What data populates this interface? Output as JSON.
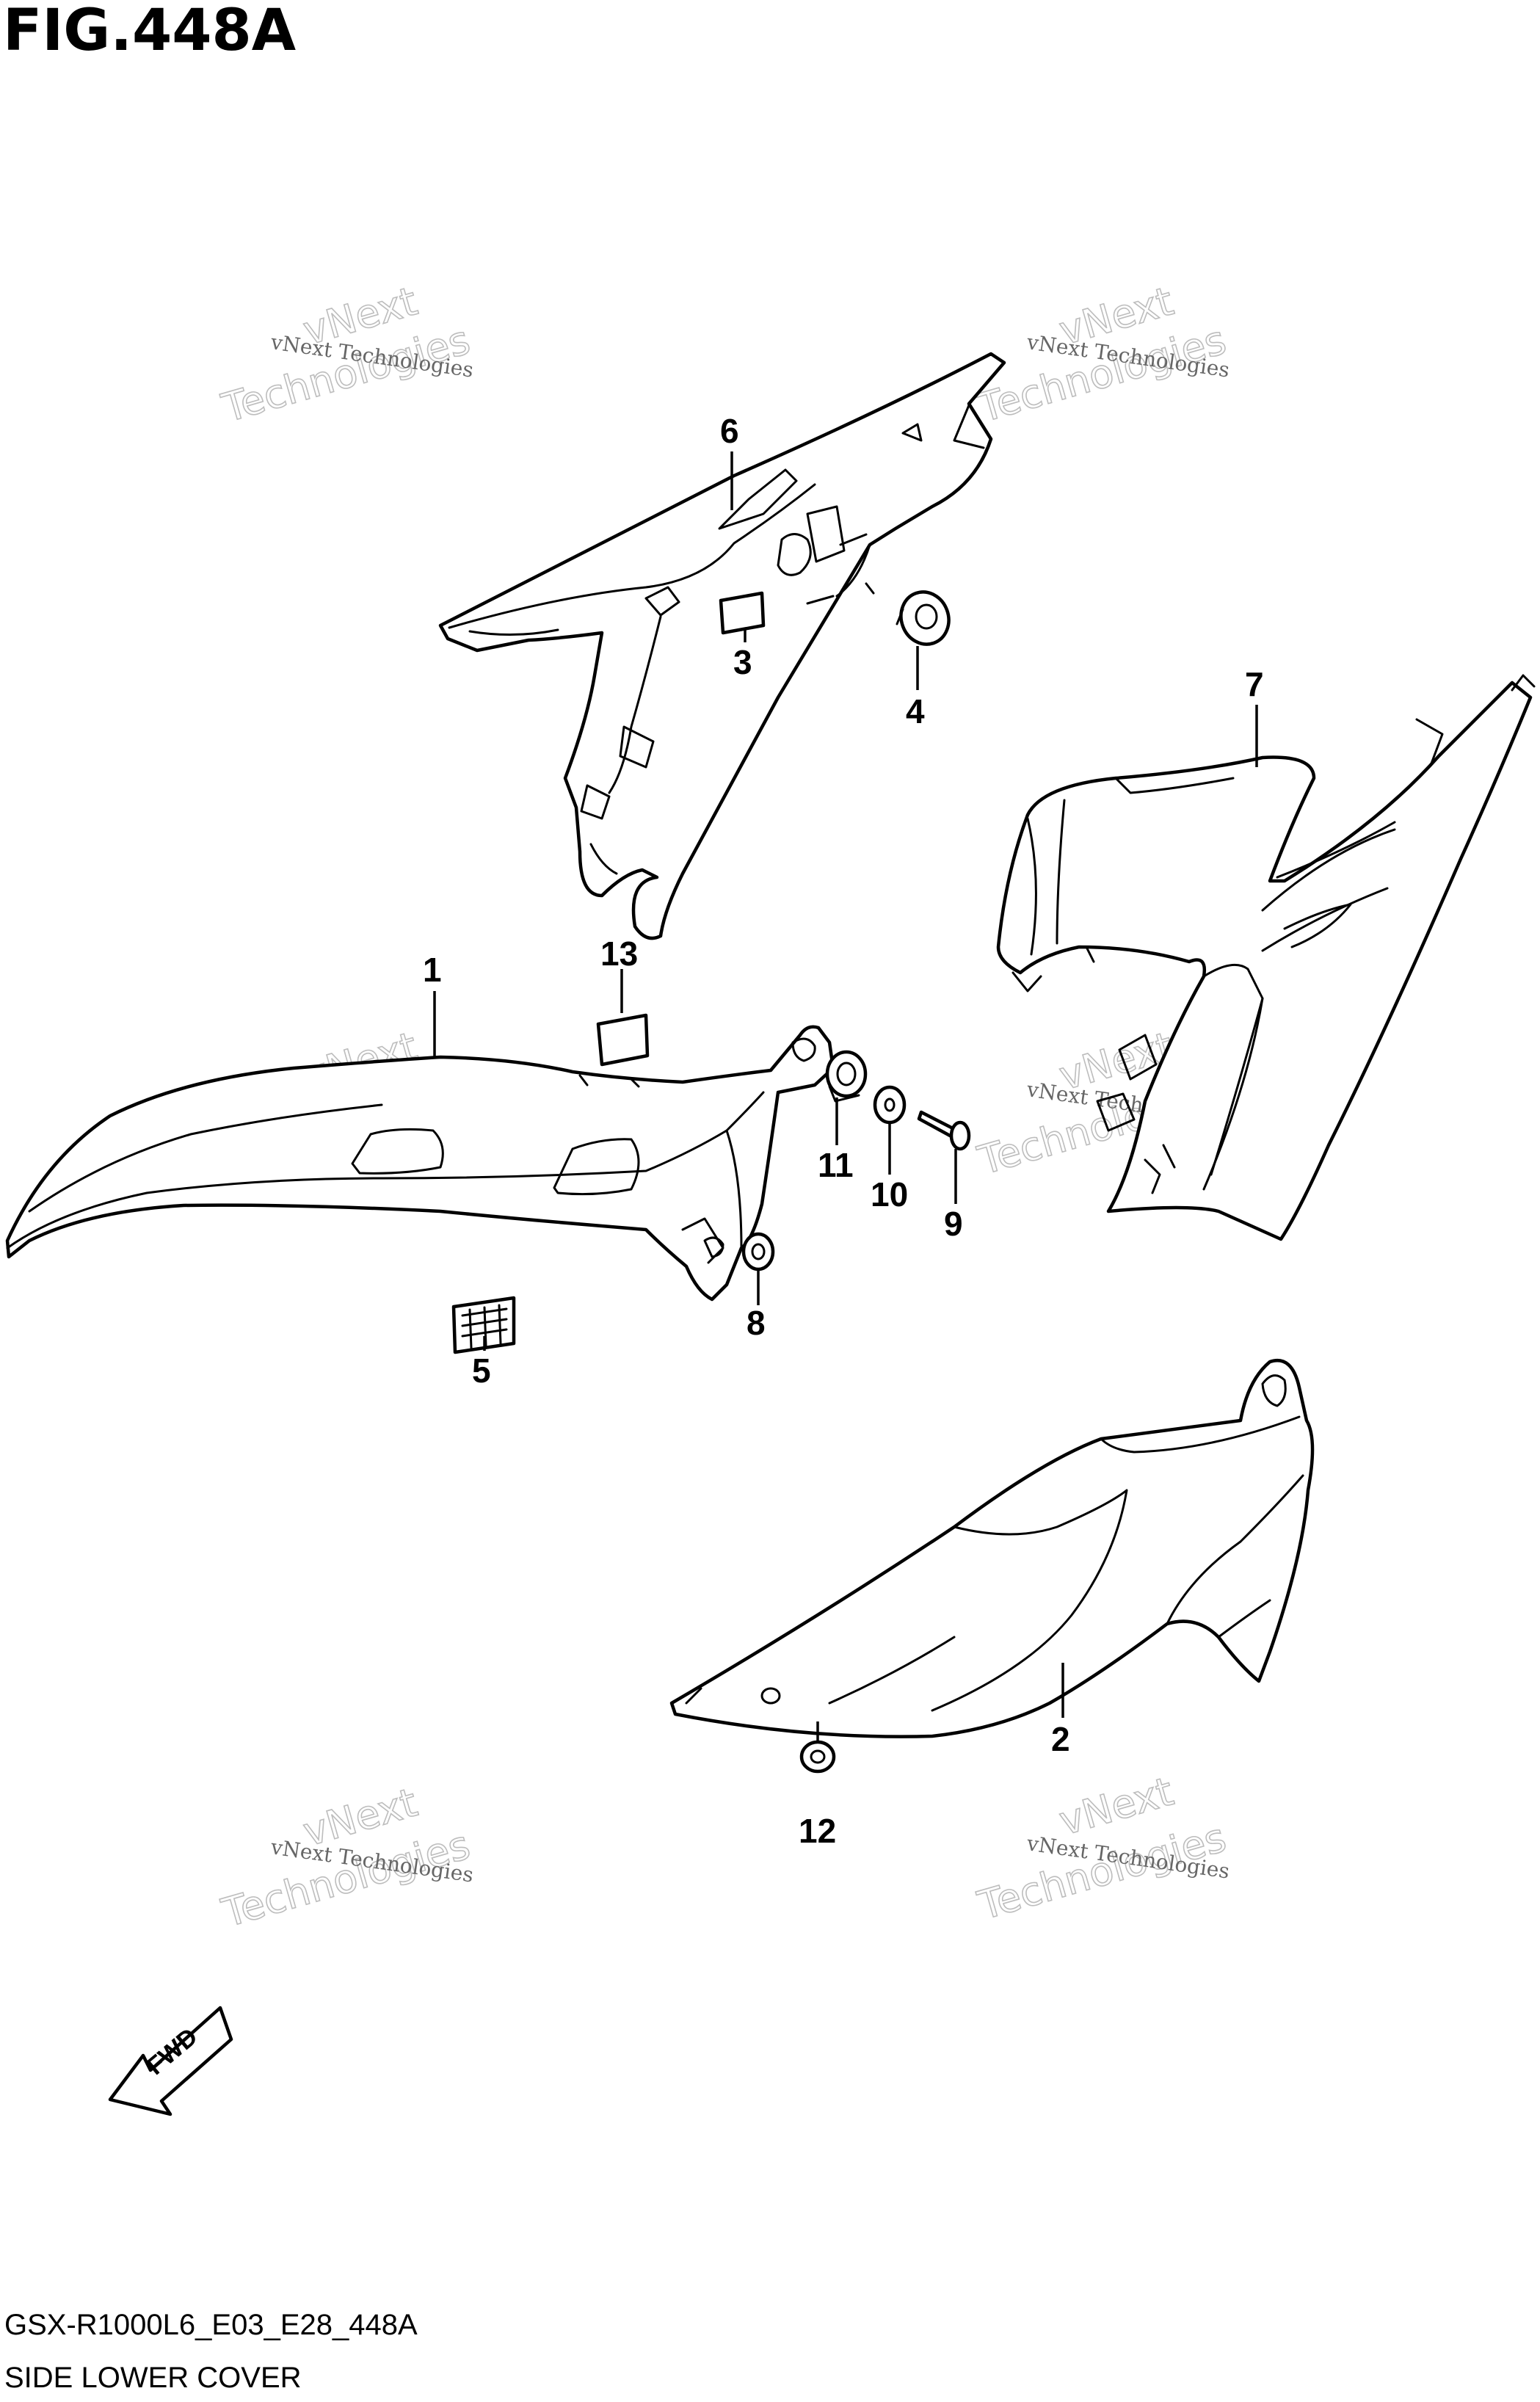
{
  "figure": {
    "title": "FIG.448A",
    "code": "GSX-R1000L6_E03_E28_448A",
    "name": "SIDE LOWER COVER"
  },
  "watermark": {
    "line1": "vNext Technologies",
    "line2": "vNext",
    "line3": "Technologies"
  },
  "fwd_label": "FWD",
  "callouts": [
    {
      "id": "c1",
      "label": "1"
    },
    {
      "id": "c2",
      "label": "2"
    },
    {
      "id": "c3",
      "label": "3"
    },
    {
      "id": "c4",
      "label": "4"
    },
    {
      "id": "c5",
      "label": "5"
    },
    {
      "id": "c6",
      "label": "6"
    },
    {
      "id": "c7",
      "label": "7"
    },
    {
      "id": "c8",
      "label": "8"
    },
    {
      "id": "c9",
      "label": "9"
    },
    {
      "id": "c10",
      "label": "10"
    },
    {
      "id": "c11",
      "label": "11"
    },
    {
      "id": "c12",
      "label": "12"
    },
    {
      "id": "c13",
      "label": "13"
    }
  ]
}
